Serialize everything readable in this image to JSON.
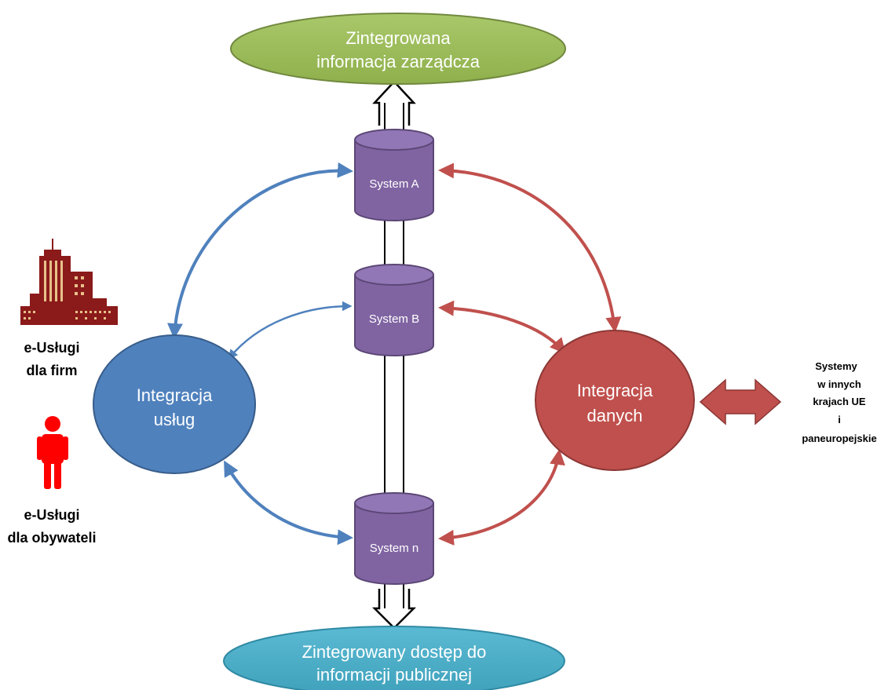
{
  "top_node": {
    "line1": "Zintegrowana",
    "line2": "informacja zarządcza"
  },
  "bottom_node": {
    "line1": "Zintegrowany dostęp do",
    "line2": "informacji  publicznej"
  },
  "systems": [
    {
      "label": "System A"
    },
    {
      "label": "System B"
    },
    {
      "label": "System n"
    }
  ],
  "integration_services": {
    "line1": "Integracja",
    "line2": "usług"
  },
  "integration_data": {
    "line1": "Integracja",
    "line2": "danych"
  },
  "left_labels": {
    "business_line1": "e-Usługi",
    "business_line2": "dla firm",
    "citizens_line1": "e-Usługi",
    "citizens_line2": "dla obywateli"
  },
  "right_label": {
    "lines": [
      "Systemy",
      "w innych",
      "krajach UE",
      "i",
      "paneuropejskie"
    ]
  },
  "colors": {
    "top_ellipse": "#9bbb59",
    "bottom_ellipse": "#4bacc6",
    "services": "#4f81bd",
    "data": "#c0504d",
    "systems": "#8064a2",
    "blue_arrows": "#4f81bd",
    "red_arrows": "#c0504d",
    "building": "#8b1a1a",
    "person": "#ff0000"
  }
}
